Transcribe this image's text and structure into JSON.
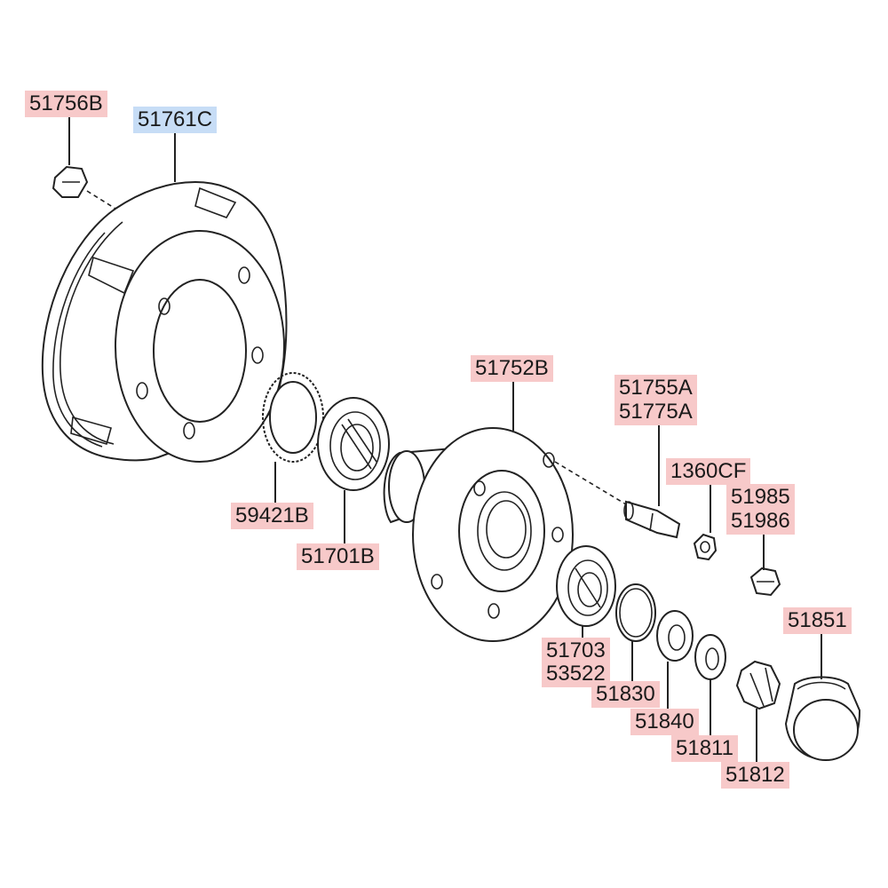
{
  "diagram": {
    "parts": [
      {
        "id": "p1",
        "number": "51756B",
        "highlight": "red"
      },
      {
        "id": "p2",
        "number": "51761C",
        "highlight": "blue"
      },
      {
        "id": "p3",
        "number": "51752B",
        "highlight": "red"
      },
      {
        "id": "p4",
        "number": "51755A",
        "highlight": "red"
      },
      {
        "id": "p5",
        "number": "51775A",
        "highlight": "red"
      },
      {
        "id": "p6",
        "number": "1360CF",
        "highlight": "red"
      },
      {
        "id": "p7",
        "number": "51985",
        "highlight": "red"
      },
      {
        "id": "p8",
        "number": "51986",
        "highlight": "red"
      },
      {
        "id": "p9",
        "number": "59421B",
        "highlight": "red"
      },
      {
        "id": "p10",
        "number": "51701B",
        "highlight": "red"
      },
      {
        "id": "p11",
        "number": "51851",
        "highlight": "red"
      },
      {
        "id": "p12",
        "number": "51703",
        "highlight": "red"
      },
      {
        "id": "p13",
        "number": "53522",
        "highlight": "red"
      },
      {
        "id": "p14",
        "number": "51830",
        "highlight": "red"
      },
      {
        "id": "p15",
        "number": "51840",
        "highlight": "red"
      },
      {
        "id": "p16",
        "number": "51811",
        "highlight": "red"
      },
      {
        "id": "p17",
        "number": "51812",
        "highlight": "red"
      }
    ],
    "colors": {
      "red_highlight": "#f7c9c9",
      "blue_highlight": "#c7ddf6",
      "line": "#222222"
    }
  }
}
